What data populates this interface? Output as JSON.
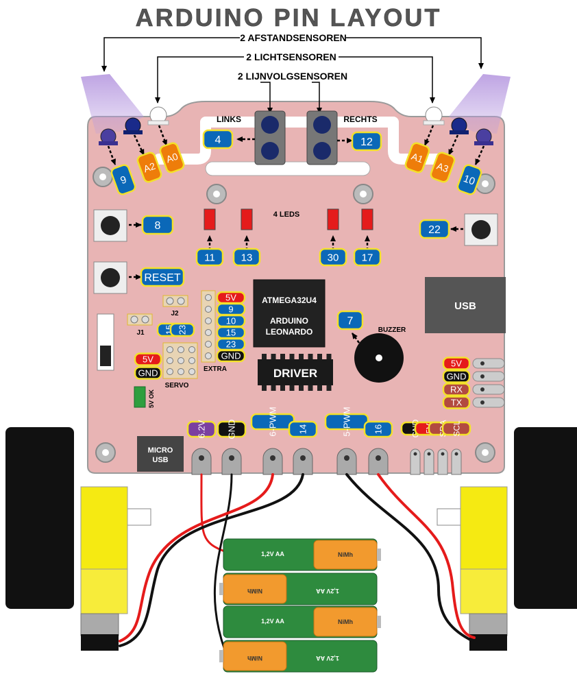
{
  "title": "ARDUINO PIN LAYOUT",
  "annotations": {
    "distance_sensors": "2 AFSTANDSENSOREN",
    "light_sensors": "2 LICHTSENSOREN",
    "line_sensors": "2 LIJNVOLGSENSOREN",
    "links": "LINKS",
    "rechts": "RECHTS",
    "leds": "4 LEDS",
    "buzzer": "BUZZER",
    "j1": "J1",
    "j2": "J2",
    "extra": "EXTRA",
    "servo": "SERVO",
    "ok5v": "5V OK"
  },
  "chips": {
    "mcu_line1": "ATMEGA32U4",
    "mcu_line2": "ARDUINO",
    "mcu_line3": "LEONARDO",
    "driver": "DRIVER",
    "usb": "USB",
    "micro_usb_line1": "MICRO",
    "micro_usb_line2": "USB"
  },
  "pins": {
    "dist_left": "9",
    "light_left_a2": "A2",
    "light_left_a0": "A0",
    "light_right_a1": "A1",
    "light_right_a3": "A3",
    "dist_right": "10",
    "line_left": "4",
    "line_right": "12",
    "button_left": "8",
    "reset": "RESET",
    "button_right": "22",
    "led1": "11",
    "led2": "13",
    "led3": "30",
    "led4": "17",
    "buzzer": "7",
    "extra": [
      "5V",
      "9",
      "10",
      "15",
      "23",
      "GND"
    ],
    "j2_left": "15",
    "j2_right": "23",
    "servo_5v": "5V",
    "servo_gnd": "GND",
    "right_header": [
      "5V",
      "GND",
      "RX",
      "TX"
    ],
    "bottom": [
      "6.2V",
      "GND",
      "6-PWM",
      "14",
      "5-PWM",
      "16"
    ],
    "i2c": [
      "GND",
      "5V",
      "SDA",
      "SCL"
    ]
  },
  "battery": {
    "cell_label": "1,2V AA",
    "chem_label": "NiMh"
  },
  "colors": {
    "board": "#e8b4b4",
    "pin_blue": "#0b68b8",
    "pin_orange": "#ee7d0a",
    "pin_red": "#e51b1b",
    "pin_black": "#111111",
    "pin_purple": "#7b3fa0",
    "pin_brown": "#b24a40",
    "pin_border": "#f3e12a",
    "motor_yellow": "#f5ea12",
    "battery_green": "#2e8b3e",
    "battery_orange": "#f29a2e"
  }
}
